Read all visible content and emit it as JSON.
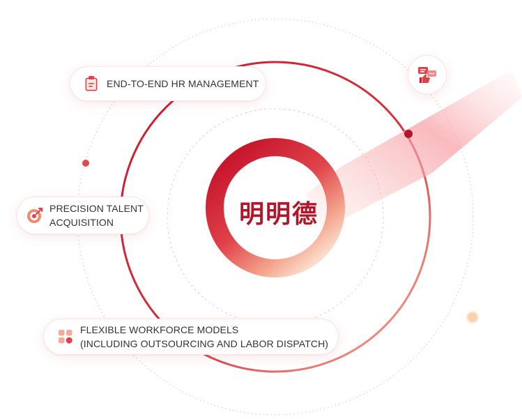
{
  "center": {
    "title": "明明德"
  },
  "items": [
    {
      "id": "hr",
      "label": "END-TO-END HR MANAGEMENT",
      "icon": "clipboard-icon"
    },
    {
      "id": "talent",
      "label_line1": "PRECISION TALENT",
      "label_line2": "ACQUISITION",
      "icon": "target-icon"
    },
    {
      "id": "flex",
      "label_line1": "FLEXIBLE WORKFORCE MODELS",
      "label_line2": "(INCLUDING OUTSOURCING AND LABOR DISPATCH)",
      "icon": "grid-icon"
    }
  ],
  "badge": {
    "icon": "chat-thumbs-up-icon"
  },
  "colors": {
    "primary": "#c8182e",
    "deep": "#b3162a",
    "peach": "#f6c8b0",
    "dot": "#e24a4a",
    "orange_dot": "#f7c79a"
  }
}
